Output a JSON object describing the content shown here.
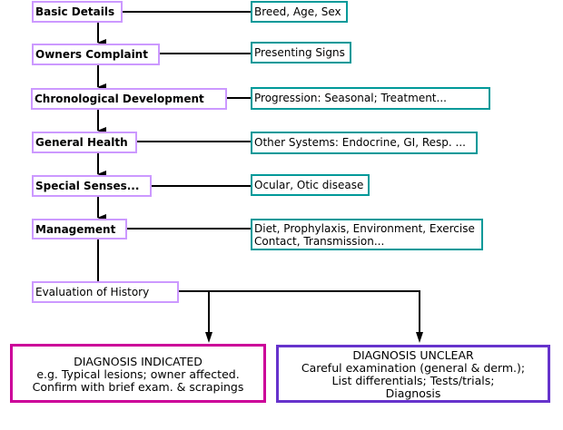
{
  "steps": [
    {
      "label": "Basic Details",
      "detail": "Breed, Age, Sex"
    },
    {
      "label": "Owners Complaint",
      "detail": "Presenting Signs"
    },
    {
      "label": "Chronological Development",
      "detail": "Progression: Seasonal; Treatment..."
    },
    {
      "label": "General Health",
      "detail": "Other Systems: Endocrine, GI, Resp. ..."
    },
    {
      "label": "Special Senses...",
      "detail": "Ocular, Otic disease"
    },
    {
      "label": "Management",
      "detail_lines": [
        "Diet, Prophylaxis, Environment, Exercise",
        "Contact, Transmission..."
      ]
    }
  ],
  "evaluation": "Evaluation of History",
  "outcomes": {
    "indicated": {
      "title": "DIAGNOSIS INDICATED",
      "lines": [
        "e.g. Typical lesions; owner affected.",
        "Confirm with brief exam. & scrapings"
      ]
    },
    "unclear": {
      "title": "DIAGNOSIS UNCLEAR",
      "lines": [
        "Careful examination (general & derm.);",
        "List differentials; Tests/trials;",
        "Diagnosis"
      ]
    }
  },
  "colors": {
    "step_border": "#cc99ff",
    "detail_border": "#009999",
    "indicated_border": "#cc0099",
    "unclear_border": "#6633cc"
  }
}
